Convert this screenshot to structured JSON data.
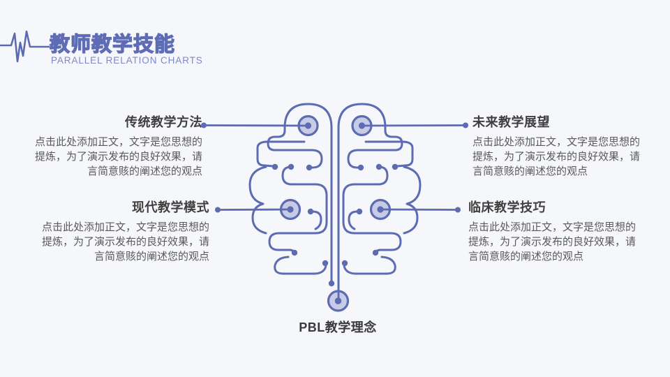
{
  "header": {
    "title": "教师教学技能",
    "subtitle": "PARALLEL RELATION CHARTS",
    "icon": "ekg-heartbeat-line-icon"
  },
  "items": [
    {
      "position": "top-left",
      "title": "传统教学方法",
      "body_lines": [
        "点击此处添加正文，文字是您思想的",
        "提炼，为了演示发布的良好效果，请",
        "言简意赅的阐述您的观点"
      ]
    },
    {
      "position": "bottom-left",
      "title": "现代教学模式",
      "body_lines": [
        "点击此处添加正文，文字是您思想的",
        "提炼，为了演示发布的良好效果，请",
        "言简意赅的阐述您的观点"
      ]
    },
    {
      "position": "top-right",
      "title": "未来教学展望",
      "body_lines": [
        "点击此处添加正文，文字是您思想的",
        "提炼，为了演示发布的良好效果，请",
        "言简意赅的阐述您的观点"
      ]
    },
    {
      "position": "bottom-right",
      "title": "临床教学技巧",
      "body_lines": [
        "点击此处添加正文，文字是您思想的",
        "提炼，为了演示发布的良好效果，请",
        "言简意赅的阐述您的观点"
      ]
    }
  ],
  "center_label": "PBL教学理念",
  "diagram_icon": "circuit-brain-diagram",
  "colors": {
    "background": "#F6F7FA",
    "line": "#5C6BB2",
    "node_fill": "#C8CBE6",
    "title_outline": "#5E6CB5",
    "subtitle_text": "#7E88C8",
    "heading_text": "#3F3F3F",
    "body_text": "#595959"
  }
}
